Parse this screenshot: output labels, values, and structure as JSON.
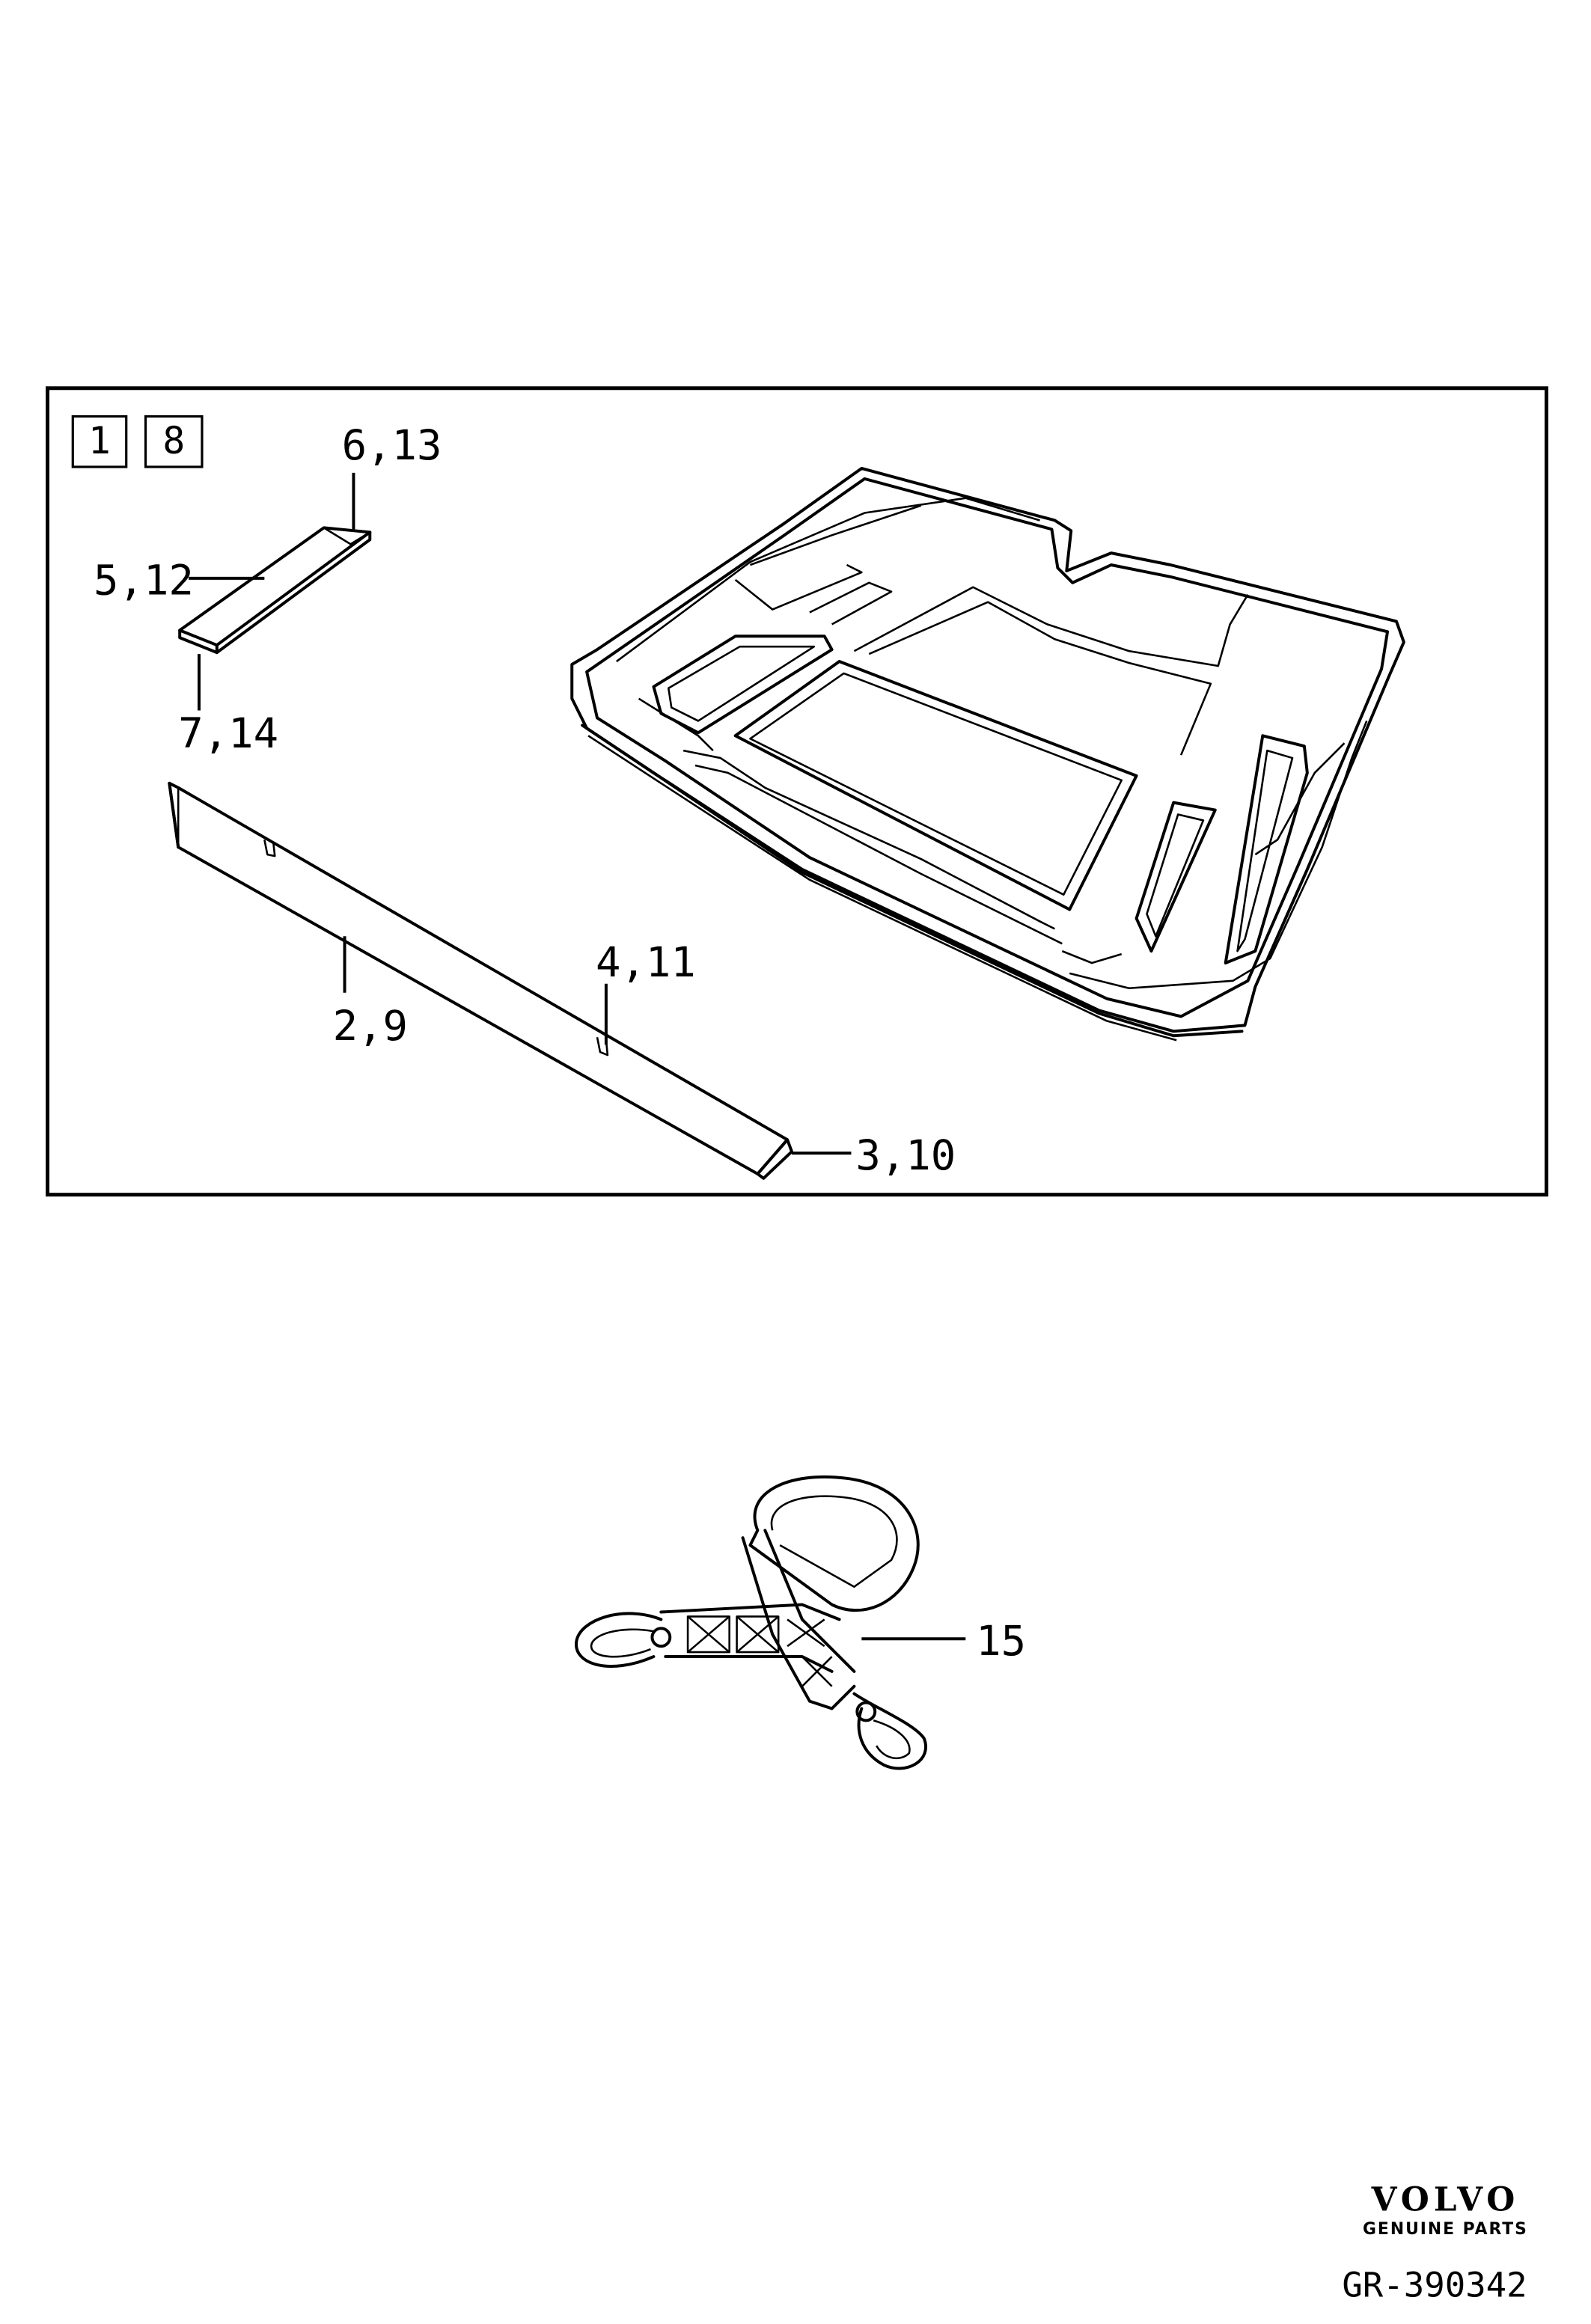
{
  "diagram": {
    "badges": [
      "1",
      "8"
    ],
    "callouts": {
      "rail_end_cap": "6,13",
      "rail_top": "5,12",
      "rail_bottom": "7,14",
      "divider_clip": "4,11",
      "divider": "2,9",
      "divider_end": "3,10",
      "strap": "15"
    }
  },
  "footer": {
    "brand": "VOLVO",
    "tagline": "GENUINE PARTS",
    "code": "GR-390342"
  }
}
